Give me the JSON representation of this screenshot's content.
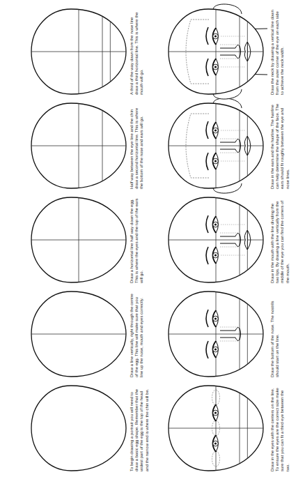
{
  "diagram": {
    "labels": [
      "To begin drawing a portrait you will need to draw a basic egg shape. Remember that the widest part of the egg is the top of the head and the narrow end is where the chin will be.",
      "Draw a line vertically, right through the centre of the egg. This line will make sure that you line up the nose, mouth and eyes correctly.",
      "Draw a horizontal line half way down the egg. This is where the eyes and the top of the ears will go.",
      "Half way between the eye line and the chin draw a second horizontal line. This is where the bottom of the nose and ears will go.",
      "A third of the way down from the nose line draw a third horizontal line. This is where the mouth will go.",
      "Draw in the eyes with the centers on the line. To ensure the eyes are the correct size make sure that you can fit a third eye between the two.",
      "Draw the bottom of the nose. The nostrils should start on the line.",
      "Draw in the mouth with the line dividing the two lips. By drawing a line vertically from the middle of the eye you can find the corners of the mouth.",
      "Draw in the ears and the hairline. The hairline can help determine the shape of the face. The ears should fit roughly between the eye and nose lines.",
      "Draw the neck by drawing a vertical line down from the outer corner of the eye on each side to achieve the neck width."
    ]
  }
}
